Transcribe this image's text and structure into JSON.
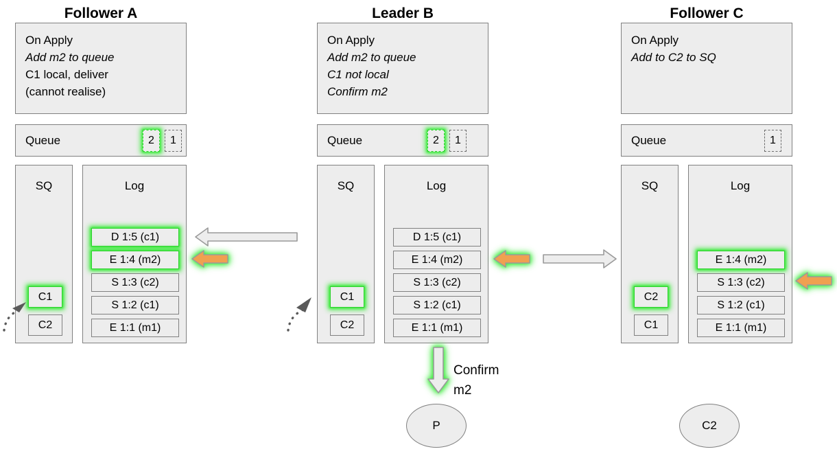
{
  "diagram": {
    "title_font_color": "#000000",
    "panel_bg": "#ededed",
    "panel_border": "#808080",
    "glow_color": "#3ceb3c",
    "orange_arrow_color": "#f0a050",
    "gray_arrow_fill": "#ededed"
  },
  "columns": [
    {
      "id": "follower-a",
      "title": "Follower A",
      "on_apply": {
        "lines": [
          {
            "text": "On Apply",
            "italic": false
          },
          {
            "text": "Add m2 to queue",
            "italic": true
          },
          {
            "text": "C1 local, deliver",
            "italic": false
          },
          {
            "text": "(cannot realise)",
            "italic": false
          }
        ]
      },
      "queue": {
        "label": "Queue",
        "items": [
          {
            "value": "2",
            "highlighted": true
          },
          {
            "value": "1",
            "highlighted": false
          }
        ]
      },
      "sq": {
        "title": "SQ",
        "items": [
          {
            "value": "C1",
            "highlighted": true
          },
          {
            "value": "C2",
            "highlighted": false
          }
        ]
      },
      "log": {
        "title": "Log",
        "entries": [
          {
            "value": "D 1:5 (c1)",
            "highlighted": true
          },
          {
            "value": "E 1:4 (m2)",
            "highlighted": true
          },
          {
            "value": "S 1:3 (c2)",
            "highlighted": false
          },
          {
            "value": "S 1:2 (c1)",
            "highlighted": false
          },
          {
            "value": "E 1:1 (m1)",
            "highlighted": false
          }
        ]
      }
    },
    {
      "id": "leader-b",
      "title": "Leader B",
      "on_apply": {
        "lines": [
          {
            "text": "On Apply",
            "italic": false
          },
          {
            "text": "Add m2 to queue",
            "italic": true
          },
          {
            "text": "C1 not local",
            "italic": true
          },
          {
            "text": "Confirm m2",
            "italic": true
          }
        ]
      },
      "queue": {
        "label": "Queue",
        "items": [
          {
            "value": "2",
            "highlighted": true
          },
          {
            "value": "1",
            "highlighted": false
          }
        ]
      },
      "sq": {
        "title": "SQ",
        "items": [
          {
            "value": "C1",
            "highlighted": true
          },
          {
            "value": "C2",
            "highlighted": false
          }
        ]
      },
      "log": {
        "title": "Log",
        "entries": [
          {
            "value": "D 1:5 (c1)",
            "highlighted": false
          },
          {
            "value": "E 1:4 (m2)",
            "highlighted": false
          },
          {
            "value": "S 1:3 (c2)",
            "highlighted": false
          },
          {
            "value": "S 1:2 (c1)",
            "highlighted": false
          },
          {
            "value": "E 1:1 (m1)",
            "highlighted": false
          }
        ]
      }
    },
    {
      "id": "follower-c",
      "title": "Follower C",
      "on_apply": {
        "lines": [
          {
            "text": "On Apply",
            "italic": false
          },
          {
            "text": "Add to C2 to SQ",
            "italic": true
          }
        ]
      },
      "queue": {
        "label": "Queue",
        "items": [
          {
            "value": "1",
            "highlighted": false
          }
        ]
      },
      "sq": {
        "title": "SQ",
        "items": [
          {
            "value": "C2",
            "highlighted": true
          },
          {
            "value": "C1",
            "highlighted": false
          }
        ]
      },
      "log": {
        "title": "Log",
        "entries": [
          {
            "value": "E 1:4 (m2)",
            "highlighted": true
          },
          {
            "value": "S 1:3 (c2)",
            "highlighted": false
          },
          {
            "value": "S 1:2 (c1)",
            "highlighted": false
          },
          {
            "value": "E 1:1 (m1)",
            "highlighted": false
          }
        ]
      }
    }
  ],
  "annotations": {
    "confirm_line1": "Confirm",
    "confirm_line2": "m2",
    "node_p": "P",
    "node_c2": "C2"
  }
}
